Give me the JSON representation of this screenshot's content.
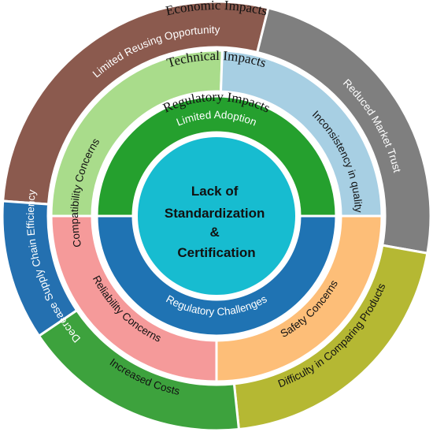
{
  "colors": {
    "outer_brown": "#8B5A4E",
    "outer_gray": "#7F7F7F",
    "outer_olive": "#B5B833",
    "outer_green": "#3DA23D",
    "outer_blue": "#2470B0",
    "mid_lightgreen": "#A9DC8B",
    "mid_lightblue": "#A7CFE3",
    "mid_orange": "#FDBE78",
    "mid_pink": "#F59A9A",
    "inner_green": "#25A02E",
    "inner_blue": "#1F73B3",
    "center_cyan": "#17BCD0"
  },
  "diagram": {
    "center_lines": [
      "Lack of",
      "Standardization",
      "&",
      "Certification"
    ],
    "economic_title": "Economic Impacts",
    "technical_title": "Technical Impacts",
    "regulatory_title": "Regulatory Impacts",
    "outer": {
      "limited_reusing": "Limited Reusing Opportunity",
      "reduced_market_trust": "Reduced Market Trust",
      "difficulty_comparing": "Difficulty in Comparing Products",
      "increased_costs": "Increased Costs",
      "decrease_supply_chain": "Decrease Supply Chain Efficiency"
    },
    "middle": {
      "compatibility": "Compatibility Concerns",
      "inconsistency": "Inconsistency in quality",
      "safety": "Safety Concerns",
      "reliability": "Reliability Concerns"
    },
    "inner": {
      "limited_adoption": "Limited Adoption",
      "regulatory_challenges": "Regulatory Challenges"
    }
  }
}
